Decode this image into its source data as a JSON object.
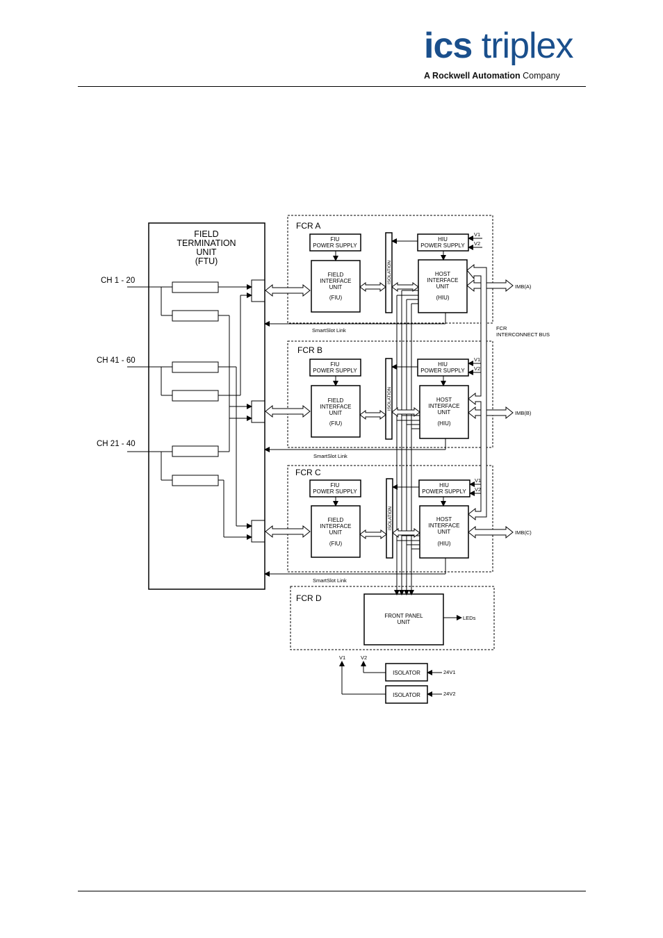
{
  "header": {
    "logo_bold": "ics",
    "logo_light": "triplex",
    "logo_tagline_bold": "A Rockwell Automation",
    "logo_tagline_normal": "Company",
    "brand_color": "#1a4f8c"
  },
  "diagram": {
    "ftu": {
      "line1": "FIELD",
      "line2": "TERMINATION",
      "line3": "UNIT",
      "line4": "(FTU)"
    },
    "channels": {
      "ch1": "CH 1 - 20",
      "ch2": "CH 41 - 60",
      "ch3": "CH 21 - 40"
    },
    "fcrs": [
      {
        "label": "FCR A",
        "fiu_ps1": "FIU",
        "fiu_ps2": "POWER SUPPLY",
        "hiu_ps1": "HIU",
        "hiu_ps2": "POWER SUPPLY",
        "fiu1": "FIELD",
        "fiu2": "INTERFACE",
        "fiu3": "UNIT",
        "fiu4": "(FIU)",
        "hiu1": "HOST",
        "hiu2": "INTERFACE",
        "hiu3": "UNIT",
        "hiu4": "(HIU)",
        "isolation": "ISOLATION",
        "imb": "IMB(A)",
        "smartslot": "SmartSlot Link",
        "v1": "V1",
        "v2": "V2"
      },
      {
        "label": "FCR B",
        "fiu_ps1": "FIU",
        "fiu_ps2": "POWER SUPPLY",
        "hiu_ps1": "HIU",
        "hiu_ps2": "POWER SUPPLY",
        "fiu1": "FIELD",
        "fiu2": "INTERFACE",
        "fiu3": "UNIT",
        "fiu4": "(FIU)",
        "hiu1": "HOST",
        "hiu2": "INTERFACE",
        "hiu3": "UNIT",
        "hiu4": "(HIU)",
        "isolation": "ISOLATION",
        "imb": "IMB(B)",
        "smartslot": "SmartSlot Link",
        "v1": "V1",
        "v2": "V2"
      },
      {
        "label": "FCR C",
        "fiu_ps1": "FIU",
        "fiu_ps2": "POWER SUPPLY",
        "hiu_ps1": "HIU",
        "hiu_ps2": "POWER SUPPLY",
        "fiu1": "FIELD",
        "fiu2": "INTERFACE",
        "fiu3": "UNIT",
        "fiu4": "(FIU)",
        "hiu1": "HOST",
        "hiu2": "INTERFACE",
        "hiu3": "UNIT",
        "hiu4": "(HIU)",
        "isolation": "ISOLATION",
        "imb": "IMB(C)",
        "smartslot": "SmartSlot Link",
        "v1": "V1",
        "v2": "V2"
      }
    ],
    "bus_label1": "FCR",
    "bus_label2": "INTERCONNECT BUS",
    "fcr_d": {
      "label": "FCR D",
      "fpu1": "FRONT PANEL",
      "fpu2": "UNIT",
      "leds": "LEDs"
    },
    "power": {
      "v1": "V1",
      "v2": "V2",
      "iso1": "ISOLATOR",
      "iso2": "ISOLATOR",
      "in1": "24V1",
      "in2": "24V2"
    }
  }
}
